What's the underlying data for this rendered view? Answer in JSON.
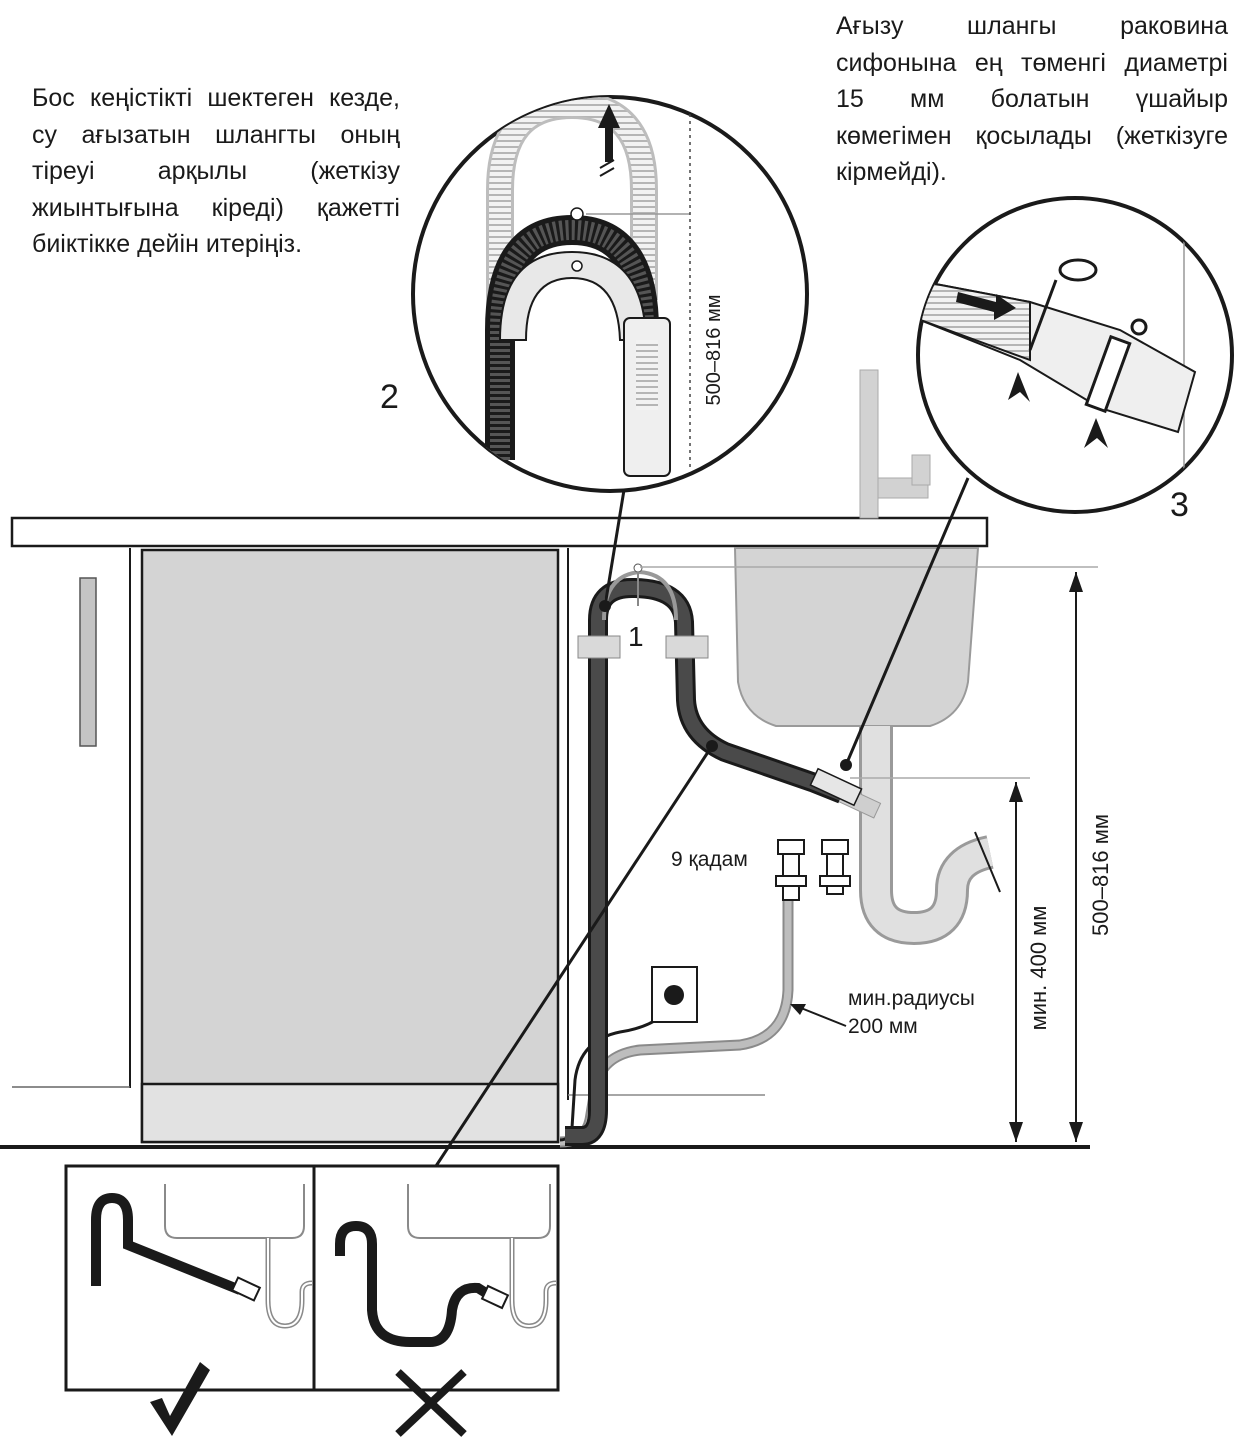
{
  "notes": {
    "left": "Бос кеңістікті шектеген кезде, су ағызатын шлангты оның тіреуі арқылы (жеткізу жиынтығына кіреді) қажетті биіктікке дейін итеріңіз.",
    "right": "Ағызу шлангы раковина сифонына ең төменгі диаметрі 15 мм болатын үшайыр көмегімен қосылады (жеткізуге кірмейді)."
  },
  "callouts": {
    "one": "1",
    "two": "2",
    "three": "3"
  },
  "dimensions": {
    "detail_height": "500–816 мм",
    "main_height": "500–816 мм",
    "min_height": "мин. 400 мм",
    "steps": "9 қадам",
    "radius_line1": "мин.радиусы",
    "radius_line2": "200 мм"
  },
  "marks": {
    "correct": "check-mark",
    "wrong": "cross-mark"
  },
  "colors": {
    "line": "#1a1a1a",
    "fill_light": "#d9d9d9",
    "fill_mid": "#bdbdbd",
    "hose": "#3a3a3a",
    "inlet_hose": "#a8a8a8",
    "background": "#ffffff"
  }
}
